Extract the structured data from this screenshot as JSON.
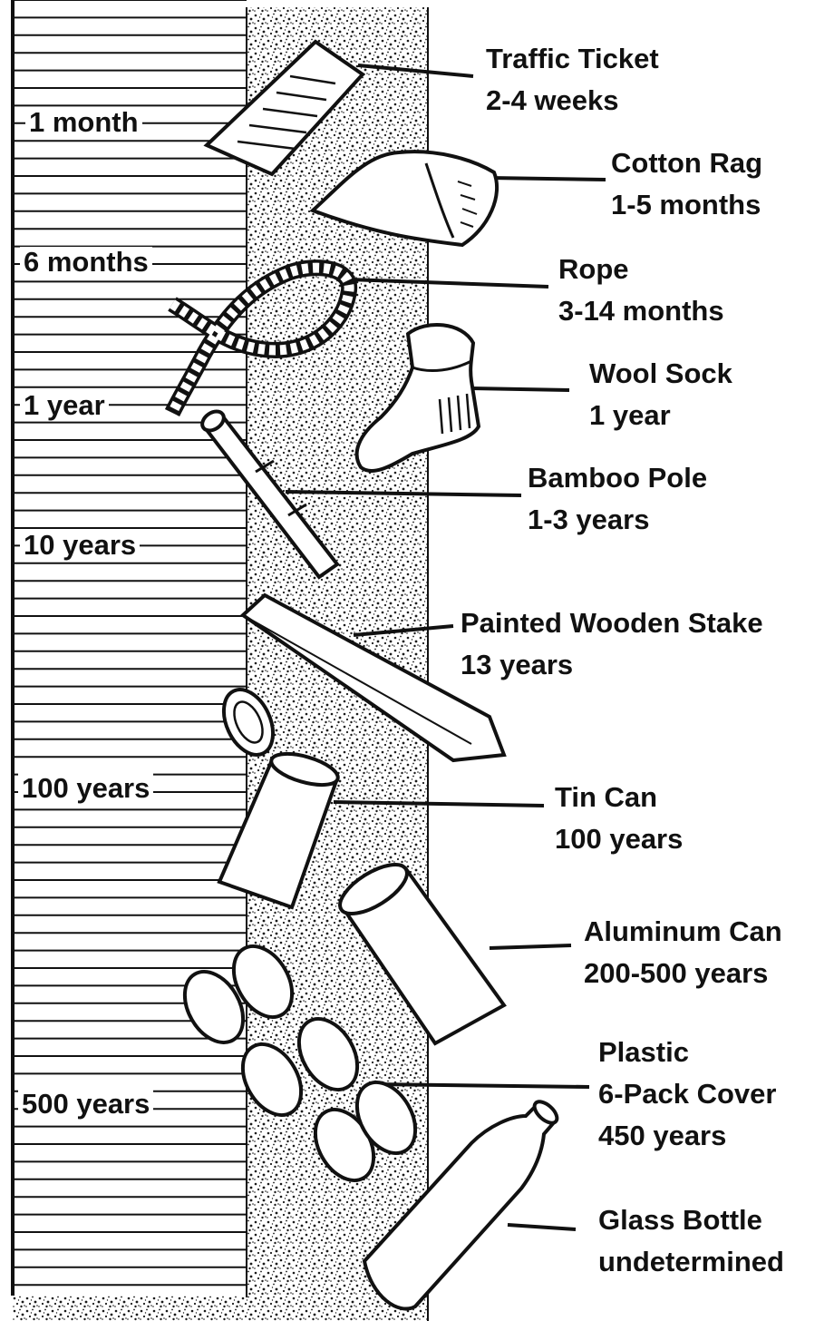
{
  "scale_labels": [
    "1 month",
    "6 months",
    "1 year",
    "10 years",
    "100 years",
    "500 years"
  ],
  "items": [
    {
      "name": "Traffic Ticket",
      "time": "2-4 weeks",
      "icon": "traffic-ticket-icon"
    },
    {
      "name": "Cotton Rag",
      "time": "1-5 months",
      "icon": "cotton-rag-icon"
    },
    {
      "name": "Rope",
      "time": "3-14 months",
      "icon": "rope-icon"
    },
    {
      "name": "Wool Sock",
      "time": "1 year",
      "icon": "wool-sock-icon"
    },
    {
      "name": "Bamboo Pole",
      "time": "1-3 years",
      "icon": "bamboo-pole-icon"
    },
    {
      "name": "Painted Wooden Stake",
      "time": "13 years",
      "icon": "wooden-stake-icon"
    },
    {
      "name": "Tin Can",
      "time": "100 years",
      "icon": "tin-can-icon"
    },
    {
      "name": "Aluminum Can",
      "time": "200-500 years",
      "icon": "aluminum-can-icon"
    },
    {
      "name": "Plastic",
      "name2": "6-Pack Cover",
      "time": "450 years",
      "icon": "six-pack-ring-icon"
    },
    {
      "name": "Glass Bottle",
      "time": "undetermined",
      "icon": "glass-bottle-icon"
    }
  ],
  "colors": {
    "ink": "#111111",
    "paper": "#ffffff",
    "soil_dot": "#1a1a1a"
  }
}
